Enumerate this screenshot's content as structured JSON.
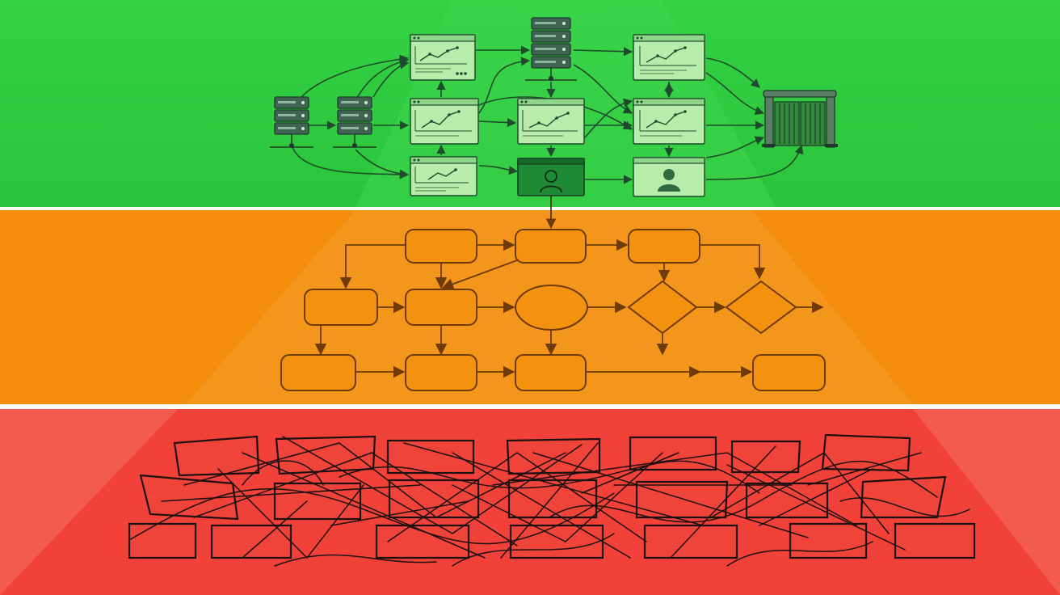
{
  "colors": {
    "green_band": "#2fcf3f",
    "green_band_light": "#46d955",
    "orange_band": "#f48c0c",
    "orange_band_light": "#f7a024",
    "red_band": "#f33d35",
    "red_band_light": "#f76a5e",
    "separator": "#ffffff",
    "green_ink": "#1f4a2c",
    "panel_fill": "#b7ecaa",
    "panel_dark": "#1e8a35",
    "server_fill": "#3f6452",
    "orange_ink": "#6e3b08",
    "red_ink": "#1c1010"
  },
  "icons": {
    "server": "server-icon",
    "dashboard": "dashboard-icon",
    "user": "user-icon",
    "gate": "gate-icon"
  },
  "bands": [
    {
      "name": "organized-architecture",
      "color": "green"
    },
    {
      "name": "flowchart",
      "color": "orange"
    },
    {
      "name": "tangled-mess",
      "color": "red"
    }
  ]
}
